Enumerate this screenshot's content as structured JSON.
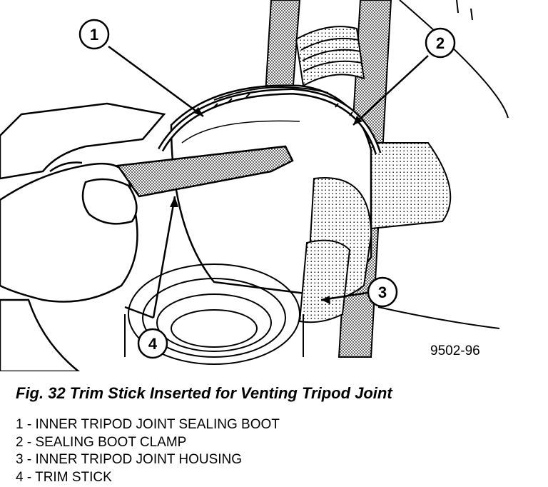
{
  "figure": {
    "id_code": "9502-96",
    "caption": "Fig. 32 Trim Stick Inserted for Venting Tripod Joint",
    "callouts": [
      "1",
      "2",
      "3",
      "4"
    ]
  },
  "legend": [
    "1 - INNER TRIPOD JOINT SEALING BOOT",
    "2 - SEALING BOOT CLAMP",
    "3 - INNER TRIPOD JOINT HOUSING",
    "4 - TRIM STICK"
  ]
}
